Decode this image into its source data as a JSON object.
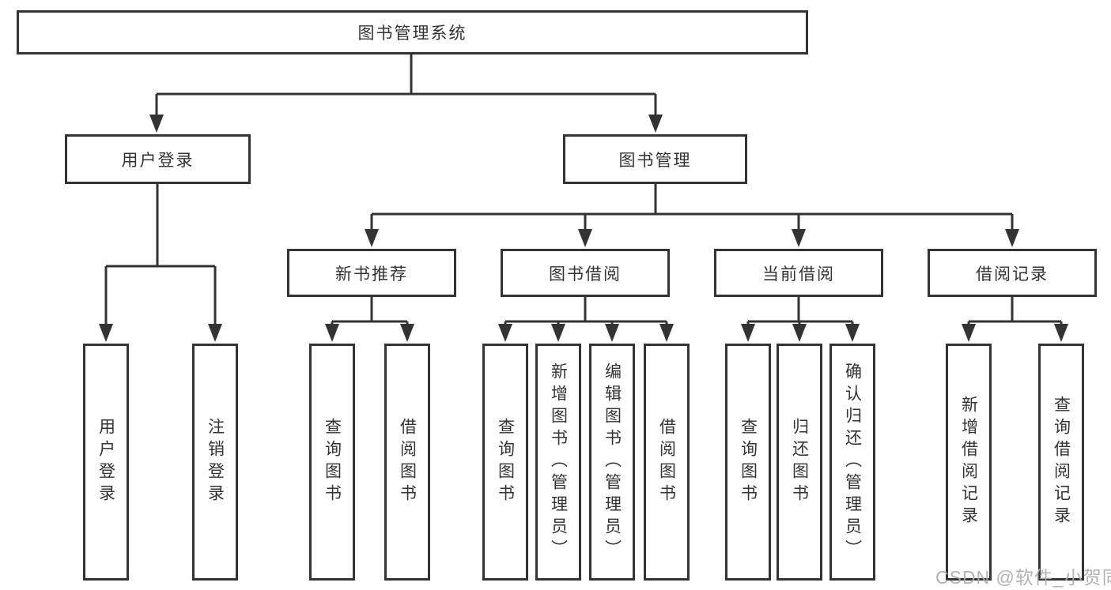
{
  "diagram_title": "图书管理系统",
  "colors": {
    "line": "#333333",
    "text": "#333333",
    "box_background": "#ffffff",
    "watermark": "#acacac"
  },
  "tree": {
    "root": {
      "label": "图书管理系统"
    },
    "level2": [
      {
        "label": "用户登录"
      },
      {
        "label": "图书管理"
      }
    ],
    "level3": [
      {
        "label": "新书推荐"
      },
      {
        "label": "图书借阅"
      },
      {
        "label": "当前借阅"
      },
      {
        "label": "借阅记录"
      }
    ],
    "groups": [
      {
        "parent": "用户登录",
        "children": [
          "用户登录",
          "注销登录"
        ]
      },
      {
        "parent": "新书推荐",
        "children": [
          "查询图书",
          "借阅图书"
        ]
      },
      {
        "parent": "图书借阅",
        "children": [
          "查询图书",
          "新增图书（管理员）",
          "编辑图书（管理员）",
          "借阅图书"
        ]
      },
      {
        "parent": "当前借阅",
        "children": [
          "查询图书",
          "归还图书",
          "确认归还（管理员）"
        ]
      },
      {
        "parent": "借阅记录",
        "children": [
          "新增借阅记录",
          "查询借阅记录"
        ]
      }
    ]
  },
  "watermark": {
    "text": "CSDN @软件_小贺同学"
  }
}
